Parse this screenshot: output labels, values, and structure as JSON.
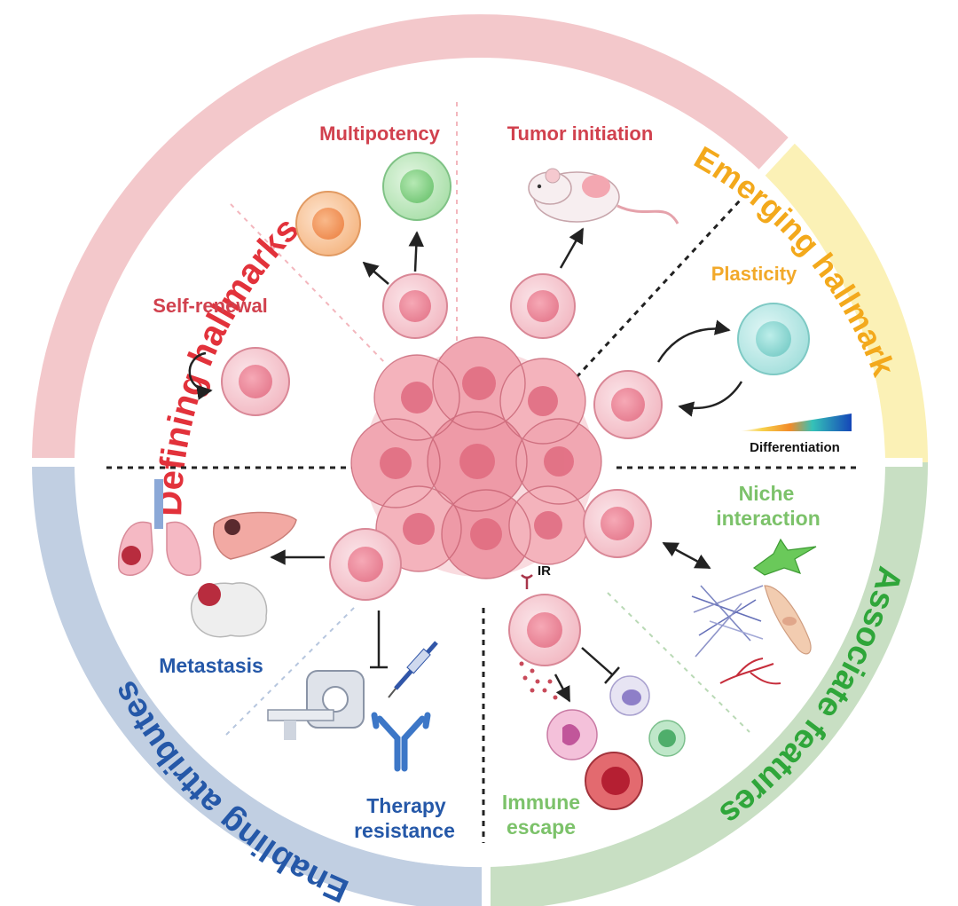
{
  "rings": {
    "defining": {
      "label": "Defining hallmarks",
      "color": "#f3c8cb",
      "text_color": "#e2323b"
    },
    "emerging": {
      "label": "Emerging hallmark",
      "color": "#fbf1b6",
      "text_color": "#f3a91c"
    },
    "associate": {
      "label": "Associate features",
      "color": "#c8dfc3",
      "text_color": "#2fa63a"
    },
    "enabling": {
      "label": "Enabling attributes",
      "color": "#c1cfe2",
      "text_color": "#2558a8"
    }
  },
  "sections": {
    "self_renewal": {
      "label": "Self-renewal",
      "color": "#d1414e"
    },
    "multipotency": {
      "label": "Multipotency",
      "color": "#d1414e"
    },
    "tumor_initiation": {
      "label": "Tumor initiation",
      "color": "#d1414e"
    },
    "plasticity": {
      "label": "Plasticity",
      "color": "#f2a92a"
    },
    "differentiation": {
      "label": "Differentiation"
    },
    "niche": {
      "line1": "Niche",
      "line2": "interaction",
      "color": "#7cc26a"
    },
    "immune": {
      "line1": "Immune",
      "line2": "escape",
      "color": "#7cc26a",
      "ir_label": "IR"
    },
    "therapy": {
      "line1": "Therapy",
      "line2": "resistance",
      "color": "#2558a8"
    },
    "metastasis": {
      "label": "Metastasis",
      "color": "#2558a8"
    }
  },
  "icons": [
    "cancer-stem-cell-icon",
    "tumor-mass-icon",
    "mouse-icon",
    "lung-icon",
    "liver-icon",
    "brain-icon",
    "ct-scanner-icon",
    "syringe-icon",
    "antibody-icon",
    "fibroblast-icon",
    "stromal-cell-icon",
    "ecm-fibers-icon",
    "blood-vessel-icon",
    "immune-cell-icon",
    "gradient-bar-icon"
  ]
}
